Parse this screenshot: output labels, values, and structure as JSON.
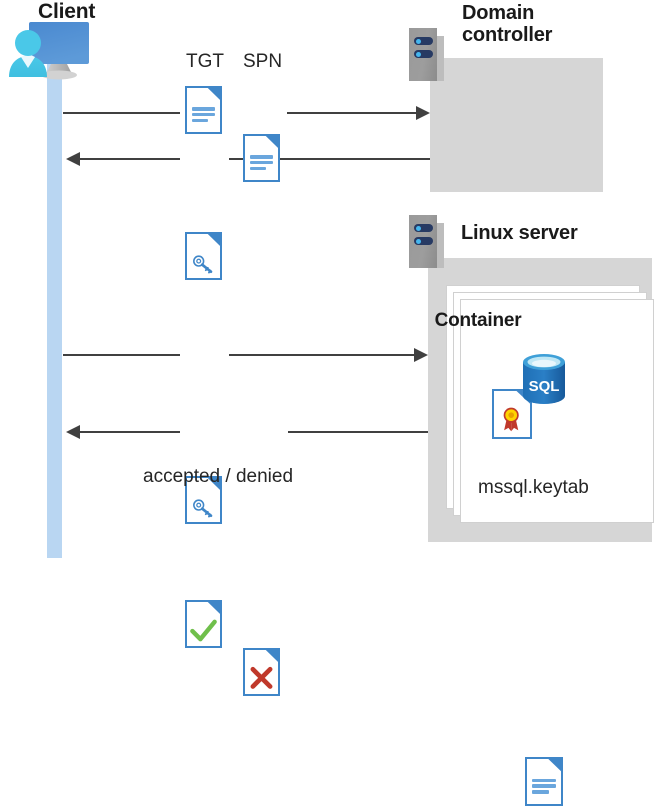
{
  "diagram": {
    "title_client": "Client",
    "title_domain_controller": "Domain\ncontroller",
    "title_domain_controller_line1": "Domain",
    "title_domain_controller_line2": "controller",
    "title_linux_server": "Linux server",
    "title_container": "Container",
    "label_tgt": "TGT",
    "label_spn": "SPN",
    "label_accepted_denied": "accepted / denied",
    "label_keytab": "mssql.keytab",
    "label_sql": "SQL"
  },
  "icons": {
    "client": "client-computer-user-icon",
    "domain_controller_rack": "server-rack-icon",
    "linux_server_rack": "server-rack-icon",
    "certificate": "certificate-document-icon",
    "tgt_document": "document-icon",
    "spn_document": "document-icon",
    "ticket_key_upper": "key-document-icon",
    "ticket_key_lower": "key-document-icon",
    "accepted": "check-document-icon",
    "denied": "x-document-icon",
    "sql_database": "sql-database-icon",
    "keytab_document": "document-icon"
  },
  "flows": [
    {
      "name": "client-to-dc-request",
      "direction": "right",
      "from": "Client",
      "to": "Domain controller",
      "carries": [
        "TGT",
        "SPN"
      ]
    },
    {
      "name": "dc-to-client-ticket",
      "direction": "left",
      "from": "Domain controller",
      "to": "Client",
      "carries": [
        "service ticket"
      ]
    },
    {
      "name": "client-to-linux-request",
      "direction": "right",
      "from": "Client",
      "to": "Linux server",
      "carries": [
        "service ticket"
      ]
    },
    {
      "name": "linux-to-client-response",
      "direction": "left",
      "from": "Linux server",
      "to": "Client",
      "carries": [
        "accepted / denied"
      ]
    }
  ],
  "colors": {
    "panel_gray": "#d6d6d6",
    "lifeline_blue": "#b9d6f2",
    "doc_blue": "#3f86c8",
    "accent_green": "#6fbf4b",
    "accent_red": "#c0392b",
    "sql_blue": "#1f6fb5",
    "rack_navy": "#273a63",
    "line_gray": "#404040"
  }
}
